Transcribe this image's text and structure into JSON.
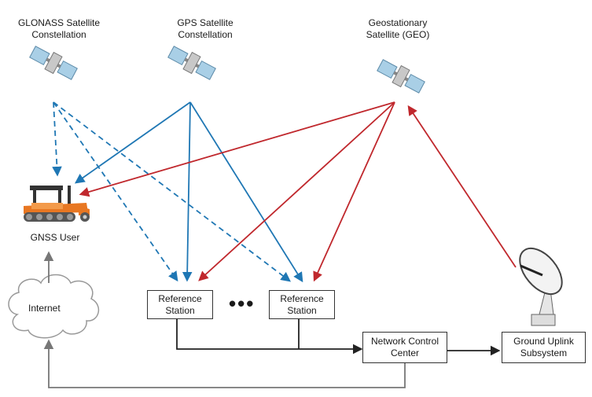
{
  "satellites": {
    "glonass": [
      "GLONASS Satellite",
      "Constellation"
    ],
    "gps": [
      "GPS Satellite",
      "Constellation"
    ],
    "geo": [
      "Geostationary",
      "Satellite (GEO)"
    ]
  },
  "gnss_user": "GNSS User",
  "internet": "Internet",
  "reference_station_1": [
    "Reference",
    "Station"
  ],
  "reference_station_2": [
    "Reference",
    "Station"
  ],
  "ellipsis": "•••",
  "network_control_center": [
    "Network Control",
    "Center"
  ],
  "ground_uplink": [
    "Ground Uplink",
    "Subsystem"
  ],
  "colors": {
    "blue_link": "#1f77b4",
    "red_link": "#c0282d",
    "gray_link": "#777777",
    "dark_link": "#222222",
    "tractor": "#e87722"
  },
  "icons": {
    "satellite": "satellite-icon",
    "tractor": "tractor-icon",
    "cloud": "cloud-icon",
    "dish": "satellite-dish-icon"
  }
}
